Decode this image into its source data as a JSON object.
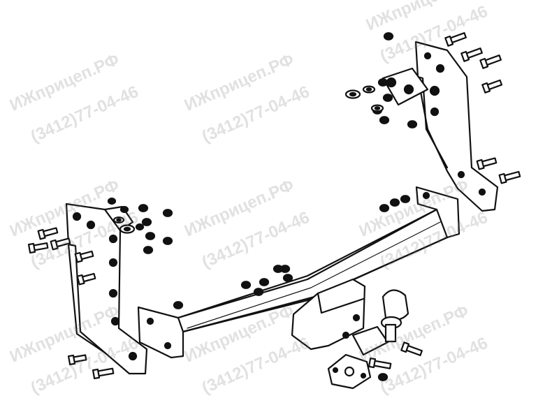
{
  "diagram": {
    "line_color": "#111111",
    "fill_color": "#ffffff",
    "parts": [
      "left-bracket",
      "right-bracket",
      "crossbar",
      "tow-ball",
      "ball-mount",
      "socket-plate",
      "bolts",
      "nuts",
      "washers"
    ]
  },
  "watermark": {
    "line1": "ИЖприцеп.РФ",
    "line2": "(3412)77-04-46",
    "color": "#a0a0a0"
  }
}
